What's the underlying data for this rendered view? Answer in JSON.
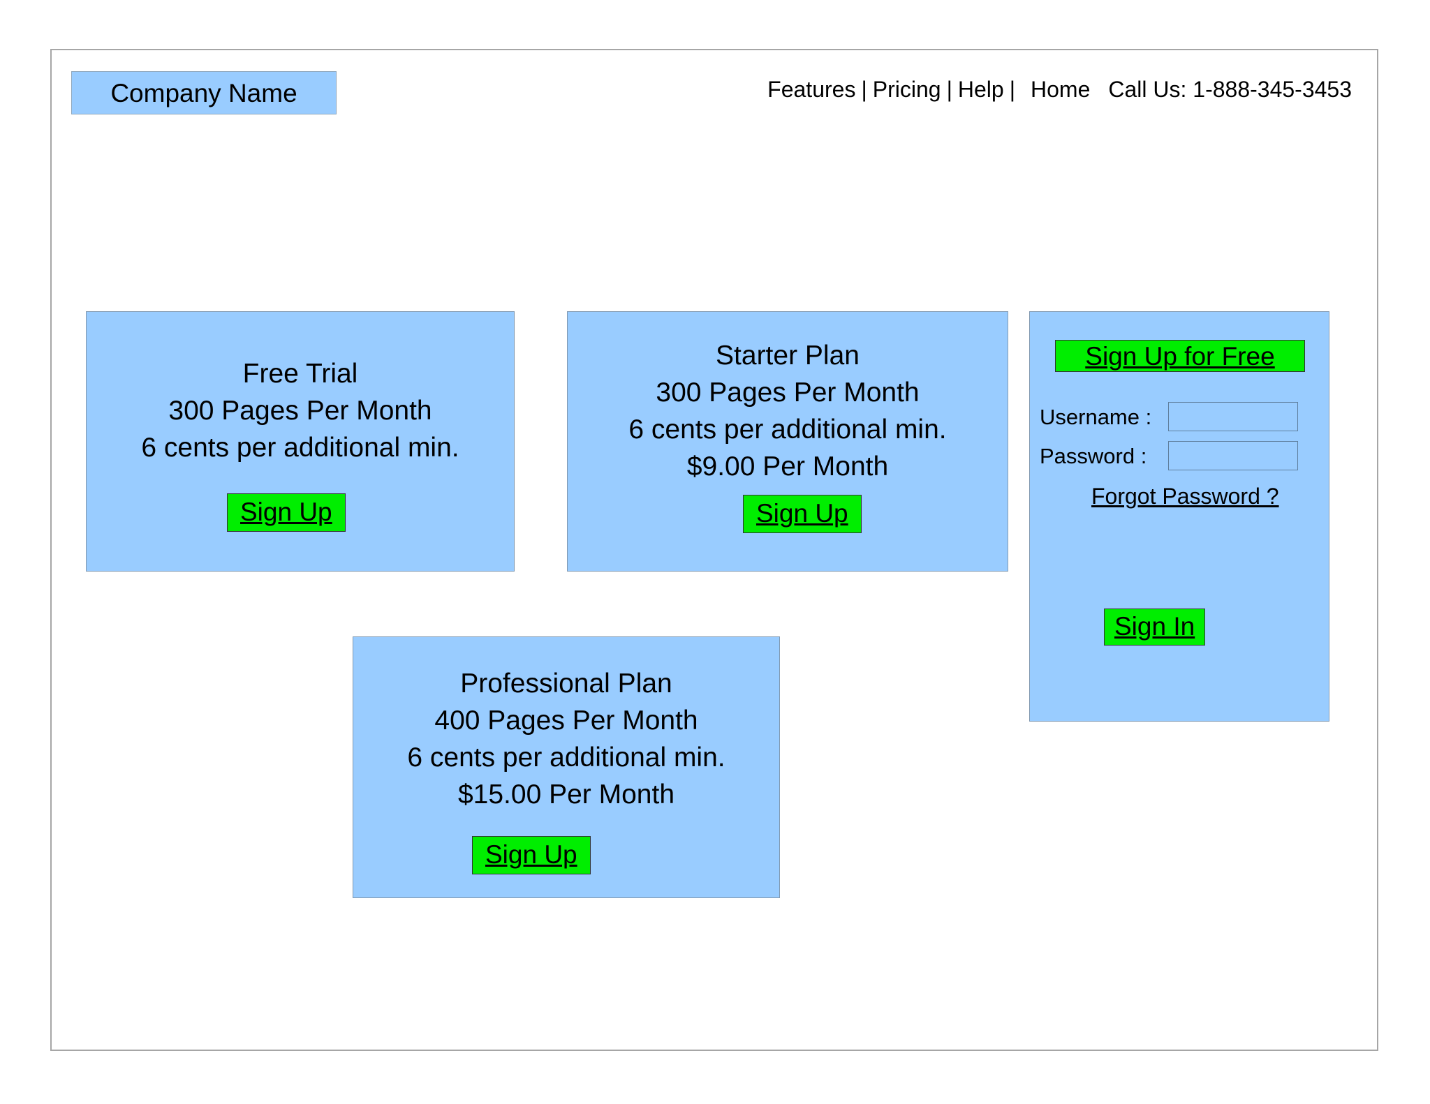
{
  "header": {
    "brand": "Company Name",
    "nav": {
      "features": "Features",
      "separator1": "|",
      "pricing": "Pricing",
      "separator2": "|",
      "help": "Help",
      "separator3": "|",
      "home": "Home",
      "call_us": "Call Us: 1-888-345-3453"
    }
  },
  "plans": [
    {
      "id": "free",
      "name": "Free Trial",
      "lines": [
        "Free Trial",
        "300 Pages Per Month",
        "6 cents per additional min."
      ],
      "cta": "Sign Up"
    },
    {
      "id": "starter",
      "name": "Starter Plan",
      "lines": [
        "Starter Plan",
        "300 Pages Per Month",
        "6 cents per additional min.",
        "$9.00 Per Month"
      ],
      "cta": "Sign Up"
    },
    {
      "id": "professional",
      "name": "Professional Plan",
      "lines": [
        "Professional Plan",
        "400 Pages Per Month",
        "6 cents per additional min.",
        "$15.00 Per Month"
      ],
      "cta": "Sign Up"
    }
  ],
  "signin": {
    "signup_free_label": "Sign Up for Free",
    "username_label": "Username :",
    "username_value": "",
    "username_placeholder": "",
    "password_label": "Password :",
    "password_value": "",
    "password_placeholder": "",
    "forgot_password_label": "Forgot Password ?",
    "signin_label": "Sign In"
  },
  "colors": {
    "panel_blue": "#99ccff",
    "panel_border": "#8098b0",
    "button_green": "#00ee00",
    "page_border": "#a6a6a6",
    "text": "#000000",
    "input_border": "#5f7f9e"
  }
}
